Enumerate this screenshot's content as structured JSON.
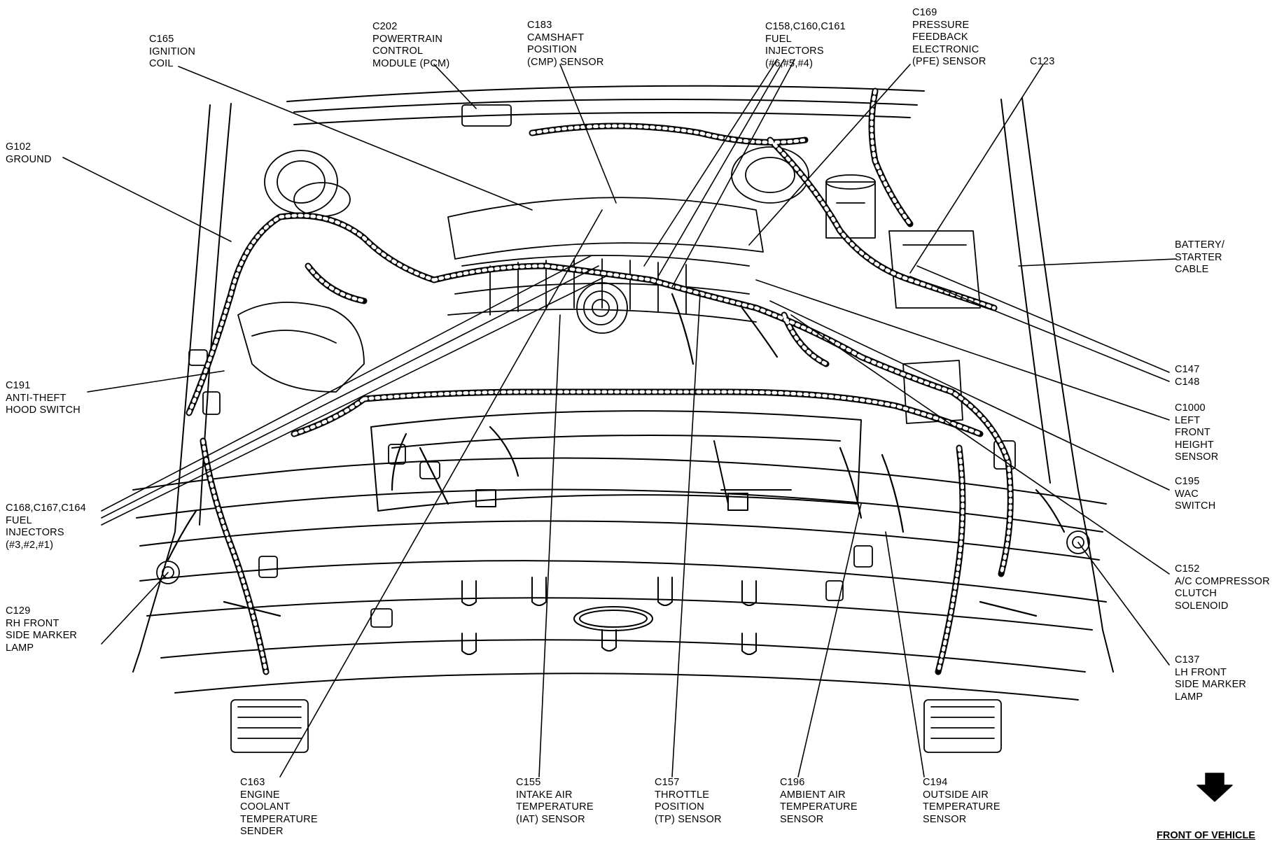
{
  "diagram": {
    "footer_label": "FRONT OF VEHICLE",
    "callouts": {
      "c165": [
        "C165",
        "IGNITION",
        "COIL"
      ],
      "c202": [
        "C202",
        "POWERTRAIN",
        "CONTROL",
        "MODULE (PCM)"
      ],
      "c183": [
        "C183",
        "CAMSHAFT",
        "POSITION",
        "(CMP) SENSOR"
      ],
      "c158": [
        "C158,C160,C161",
        "FUEL",
        "INJECTORS",
        "(#6,#5,#4)"
      ],
      "c169": [
        "C169",
        "PRESSURE",
        "FEEDBACK",
        "ELECTRONIC",
        "(PFE) SENSOR"
      ],
      "c123": [
        "C123"
      ],
      "g102": [
        "G102",
        "GROUND"
      ],
      "battery": [
        "BATTERY/",
        "STARTER",
        "CABLE"
      ],
      "c191": [
        "C191",
        "ANTI-THEFT",
        "HOOD SWITCH"
      ],
      "c147": [
        "C147"
      ],
      "c148": [
        "C148"
      ],
      "c1000": [
        "C1000",
        "LEFT",
        "FRONT",
        "HEIGHT",
        "SENSOR"
      ],
      "c168": [
        "C168,C167,C164",
        "FUEL",
        "INJECTORS",
        "(#3,#2,#1)"
      ],
      "c195": [
        "C195",
        "WAC",
        "SWITCH"
      ],
      "c152": [
        "C152",
        "A/C COMPRESSOR",
        "CLUTCH",
        "SOLENOID"
      ],
      "c129": [
        "C129",
        "RH FRONT",
        "SIDE MARKER",
        "LAMP"
      ],
      "c137": [
        "C137",
        "LH FRONT",
        "SIDE MARKER",
        "LAMP"
      ],
      "c163": [
        "C163",
        "ENGINE",
        "COOLANT",
        "TEMPERATURE",
        "SENDER"
      ],
      "c155": [
        "C155",
        "INTAKE AIR",
        "TEMPERATURE",
        "(IAT) SENSOR"
      ],
      "c157": [
        "C157",
        "THROTTLE",
        "POSITION",
        "(TP) SENSOR"
      ],
      "c196": [
        "C196",
        "AMBIENT AIR",
        "TEMPERATURE",
        "SENSOR"
      ],
      "c194": [
        "C194",
        "OUTSIDE AIR",
        "TEMPERATURE",
        "SENSOR"
      ]
    }
  }
}
